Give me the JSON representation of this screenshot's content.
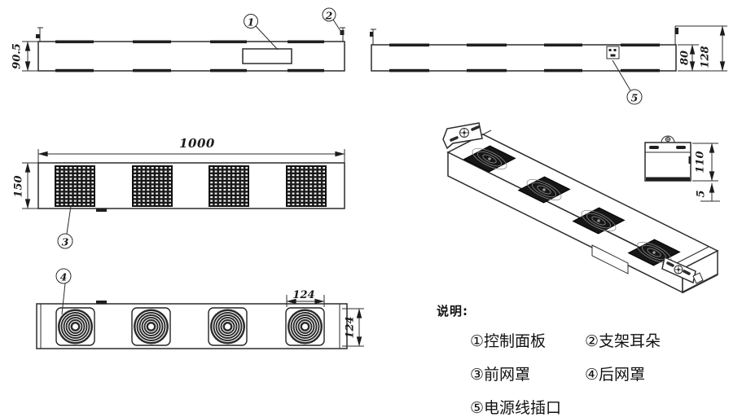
{
  "drawing": {
    "ink": "#2b2b2b",
    "dims": {
      "side_height": "90.5",
      "rear_body_height": "80",
      "rear_total_height": "128",
      "overall_length": "1000",
      "front_height": "150",
      "fan_cutout_width": "124",
      "fan_cutout_height": "124",
      "end_height": "110",
      "base_plate_thickness": "5"
    },
    "callouts": {
      "c1": "1",
      "c2": "2",
      "c3": "3",
      "c4": "4",
      "c5": "5"
    }
  },
  "legend": {
    "heading": "说明:",
    "items": [
      "①控制面板",
      "②支架耳朵",
      "③前网罩",
      "④后网罩",
      "⑤电源线插口"
    ]
  }
}
